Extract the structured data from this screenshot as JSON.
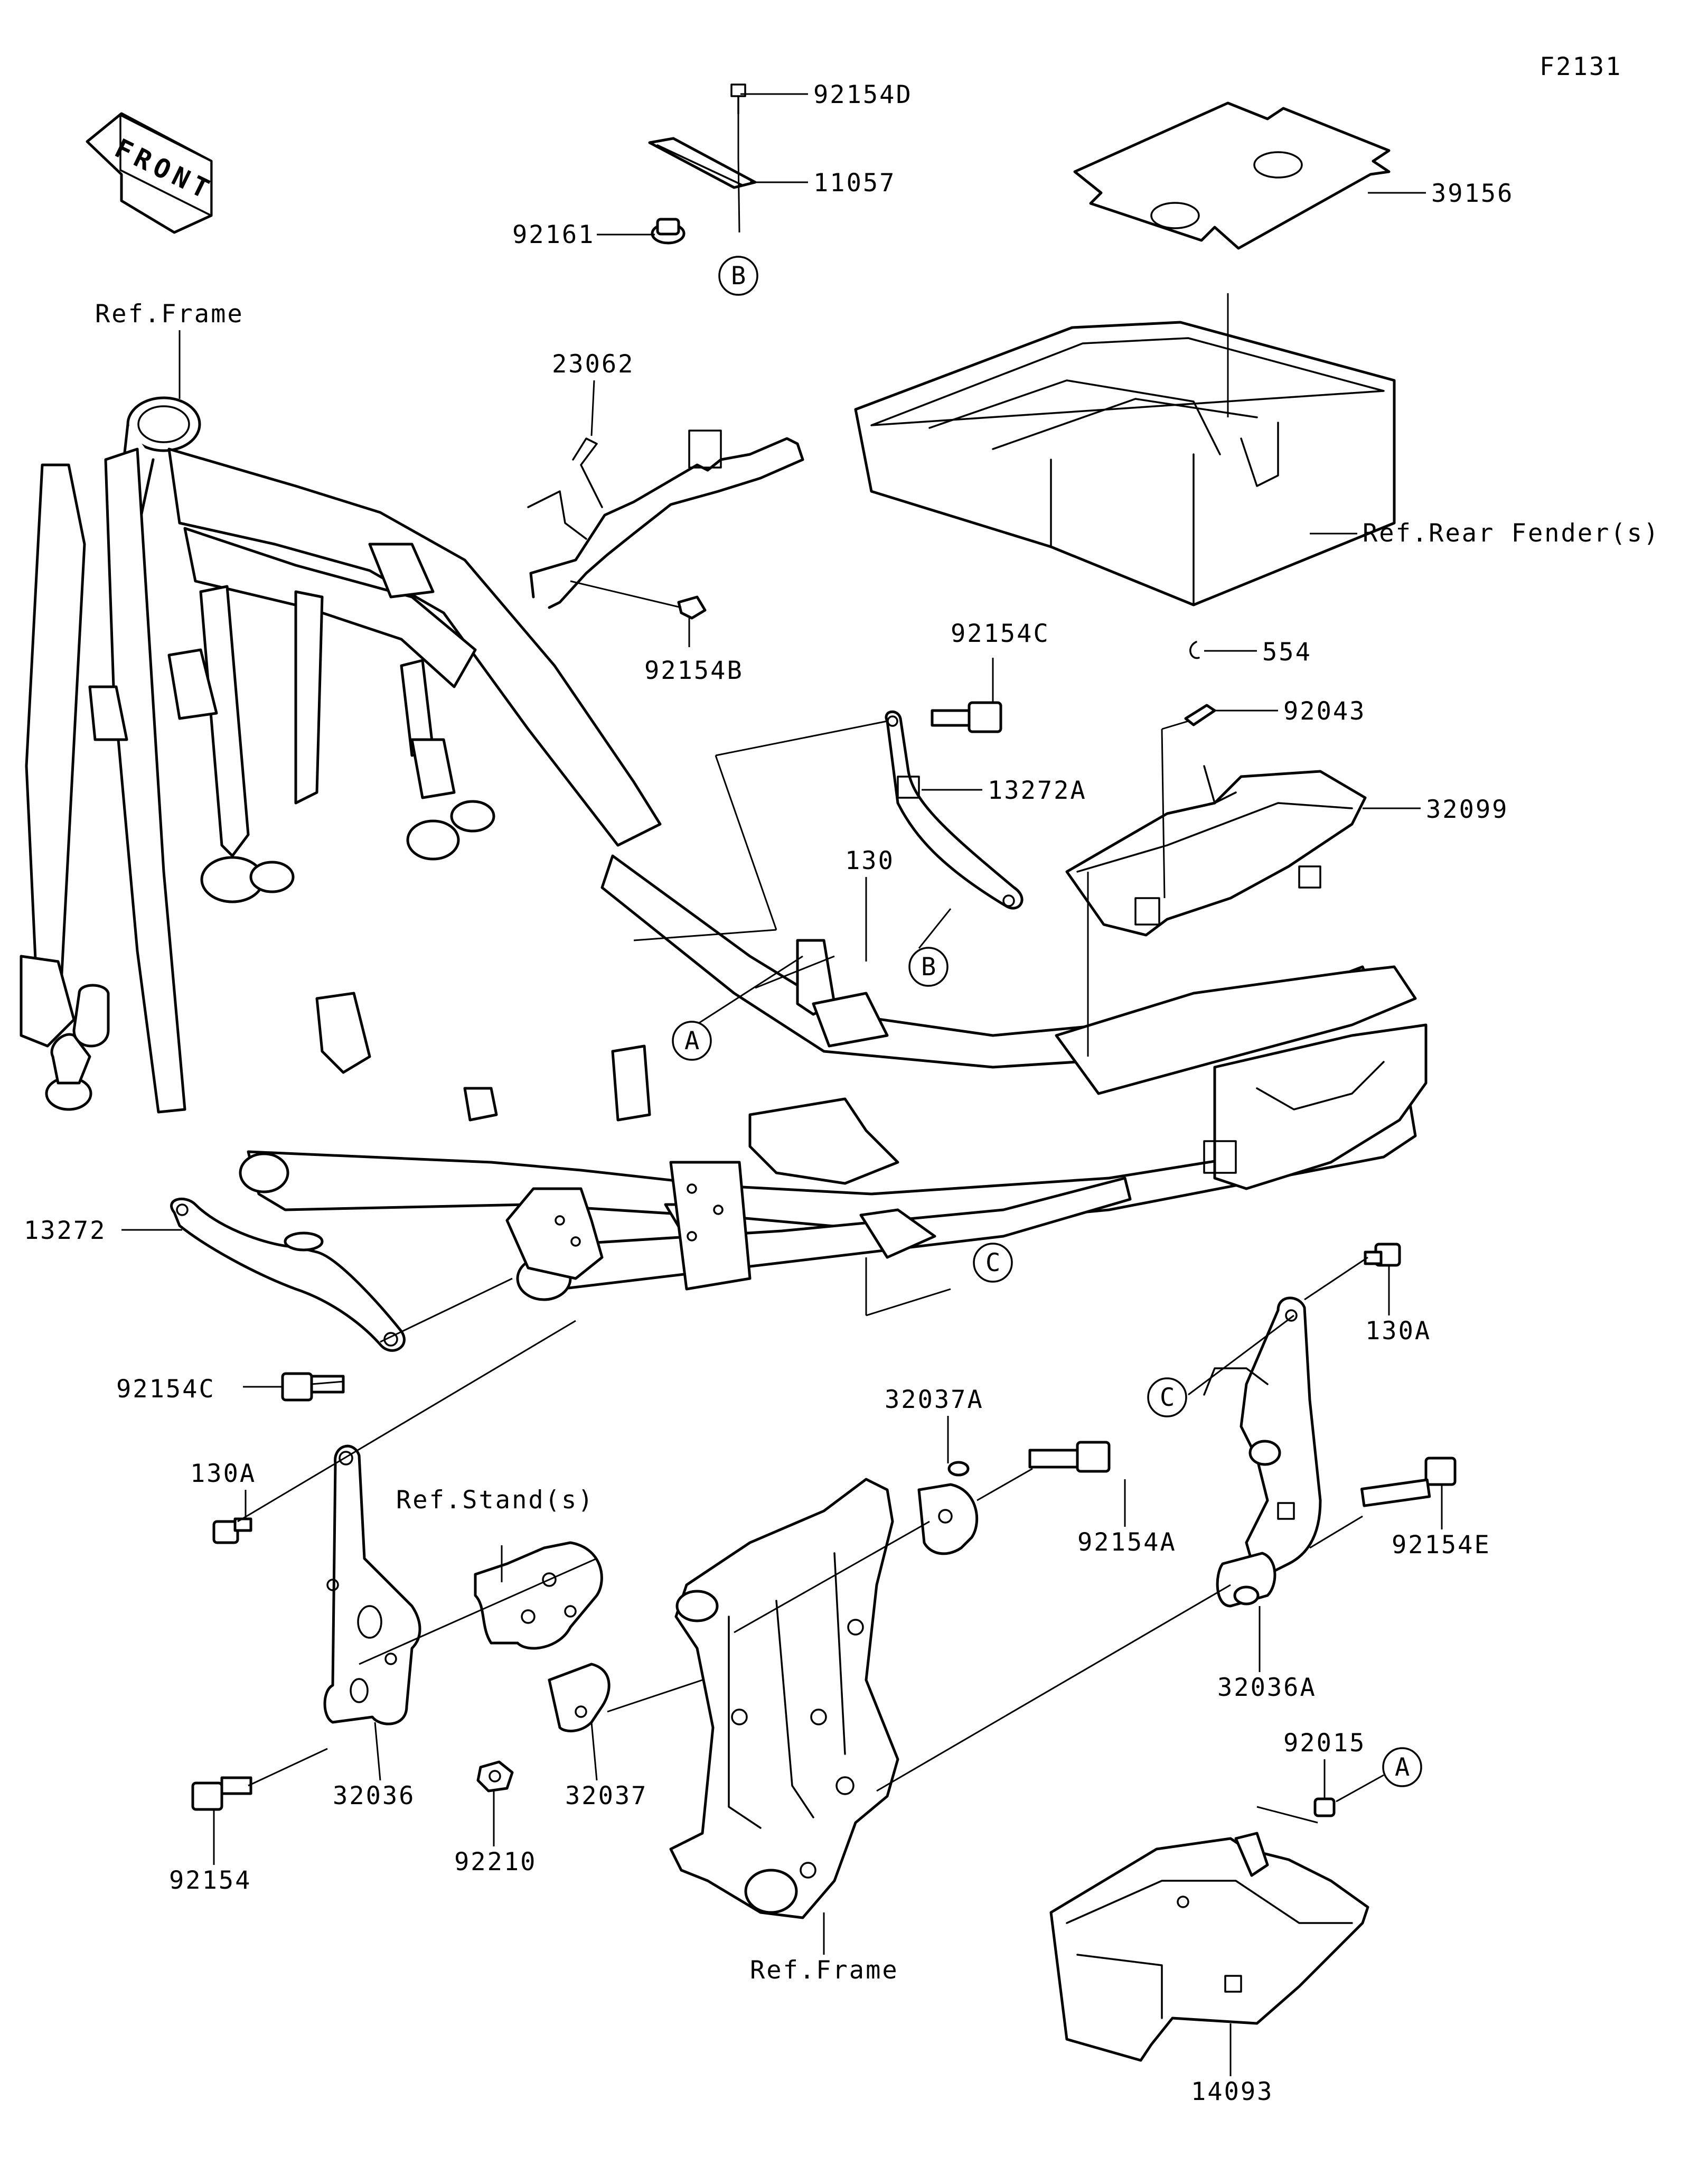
{
  "figure_code": "F2131",
  "front_badge": "FRONT",
  "part_numbers": {
    "p92154D": "92154D",
    "p11057": "11057",
    "p92161": "92161",
    "p39156": "39156",
    "p23062": "23062",
    "p92154B": "92154B",
    "p92154C_top": "92154C",
    "p554": "554",
    "p92043": "92043",
    "p13272A": "13272A",
    "p32099": "32099",
    "p130": "130",
    "p13272": "13272",
    "p92154C_left": "92154C",
    "p130A_left": "130A",
    "p130A_right": "130A",
    "p32037A": "32037A",
    "p92154A": "92154A",
    "p92154E": "92154E",
    "p32036A": "32036A",
    "p32036": "32036",
    "p92154": "92154",
    "p32037": "32037",
    "p92210": "92210",
    "p92015": "92015",
    "p14093": "14093"
  },
  "references": {
    "frame_top": "Ref.Frame",
    "rear_fenders": "Ref.Rear Fender(s)",
    "stands": "Ref.Stand(s)",
    "frame_bottom": "Ref.Frame"
  },
  "callouts": {
    "B_top": "B",
    "B_mid": "B",
    "A_mid": "A",
    "C_mid": "C",
    "C_right": "C",
    "A_bottom": "A"
  }
}
